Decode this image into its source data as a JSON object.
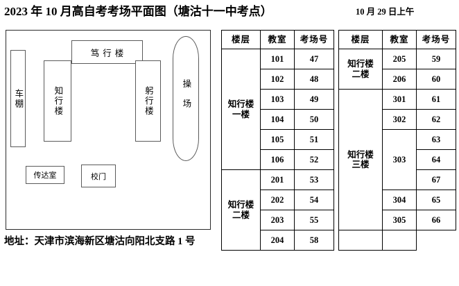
{
  "header": {
    "title": "2023 年 10 月高自考考场平面图（塘沽十一中考点）",
    "session_date": "10 月 29 日上午"
  },
  "floorplan": {
    "buildings": [
      {
        "name": "bike-shed",
        "label": "车棚",
        "orientation": "vertical"
      },
      {
        "name": "zhixing",
        "label": "知行楼",
        "orientation": "vertical"
      },
      {
        "name": "duxing",
        "label": "笃行楼",
        "orientation": "horizontal"
      },
      {
        "name": "gongxing",
        "label": "躬行楼",
        "orientation": "vertical"
      },
      {
        "name": "playground",
        "label": "操场",
        "orientation": "vertical"
      },
      {
        "name": "gatehouse",
        "label": "传达室",
        "orientation": "horizontal"
      },
      {
        "name": "school-gate",
        "label": "校门",
        "orientation": "horizontal"
      }
    ],
    "address": "地址：天津市滨海新区塘沽向阳北支路 1 号"
  },
  "tables": [
    {
      "id": "exam-table-1",
      "columns": [
        "楼层",
        "教室",
        "考场号"
      ],
      "groups": [
        {
          "floor": "知行楼\n一楼",
          "floor_lines": [
            "知行楼",
            "一楼"
          ],
          "rows": [
            {
              "room": "101",
              "seat": "47"
            },
            {
              "room": "102",
              "seat": "48"
            },
            {
              "room": "103",
              "seat": "49"
            },
            {
              "room": "104",
              "seat": "50"
            },
            {
              "room": "105",
              "seat": "51"
            },
            {
              "room": "106",
              "seat": "52"
            }
          ]
        },
        {
          "floor": "知行楼\n二楼",
          "floor_lines": [
            "知行楼",
            "二楼"
          ],
          "rows": [
            {
              "room": "201",
              "seat": "53"
            },
            {
              "room": "202",
              "seat": "54"
            },
            {
              "room": "203",
              "seat": "55"
            },
            {
              "room": "204",
              "seat": "58"
            }
          ]
        }
      ]
    },
    {
      "id": "exam-table-2",
      "columns": [
        "楼层",
        "教室",
        "考场号"
      ],
      "groups": [
        {
          "floor": "知行楼\n二楼",
          "floor_lines": [
            "知行楼",
            "二楼"
          ],
          "rows": [
            {
              "room": "205",
              "seat": "59"
            },
            {
              "room": "206",
              "seat": "60"
            }
          ]
        },
        {
          "floor": "知行楼\n三楼",
          "floor_lines": [
            "知行楼",
            "三楼"
          ],
          "rows": [
            {
              "room": "301",
              "seat": "61"
            },
            {
              "room": "302",
              "seat": "62"
            },
            {
              "room": "303",
              "seat": "63",
              "room_rowspan": 3
            },
            {
              "room": "",
              "seat": "64"
            },
            {
              "room": "",
              "seat": "67"
            },
            {
              "room": "304",
              "seat": "65"
            },
            {
              "room": "305",
              "seat": "66"
            }
          ]
        },
        {
          "floor": "",
          "floor_lines": [],
          "rows": [
            {
              "room": "",
              "seat": ""
            }
          ]
        }
      ]
    }
  ]
}
